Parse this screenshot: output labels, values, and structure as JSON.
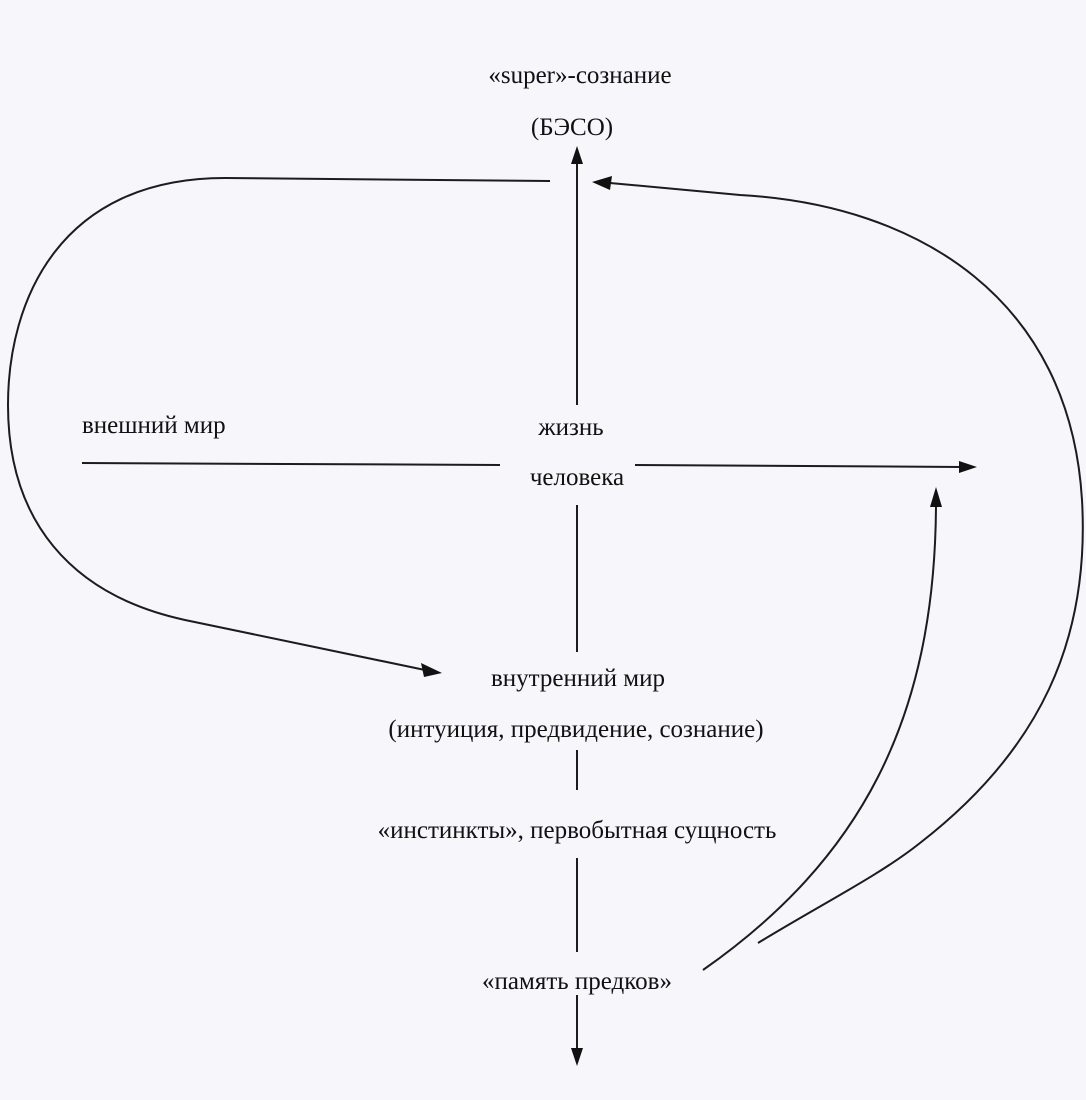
{
  "diagram": {
    "labels": {
      "super_consciousness": "«super»-сознание",
      "beso": "(БЭСО)",
      "outer_world": "внешний мир",
      "life": "жизнь",
      "of_human": "человека",
      "inner_world": "внутренний мир",
      "inner_world_details": "(интуиция, предвидение, сознание)",
      "instincts": "«инстинкты», первобытная сущность",
      "ancestral_memory": "«память предков»"
    },
    "colors": {
      "background": "#f6f6fb",
      "ink": "#111111"
    }
  }
}
